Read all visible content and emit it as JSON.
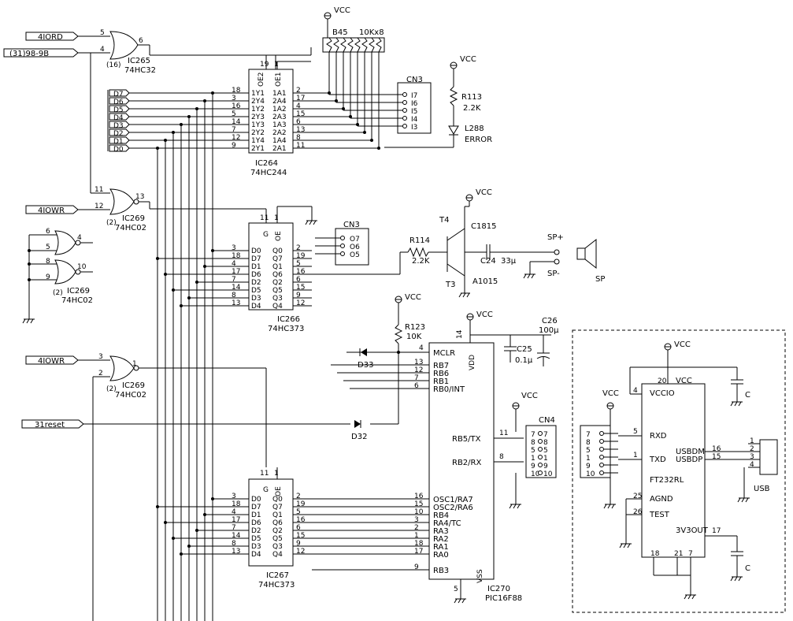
{
  "signals": {
    "in1": "4IORD",
    "in2": "(31)98-9B",
    "in3": "4IOWR",
    "in4": "4IOWR",
    "reset": "31reset"
  },
  "gates": [
    {
      "ref": "IC265",
      "part": "74HC32",
      "sub": "(16)",
      "pin_a": "5",
      "pin_b": "4",
      "pin_y": "6"
    },
    {
      "ref": "IC269",
      "part": "74HC02",
      "sub": "(2)",
      "pin_a": "11",
      "pin_b": "12",
      "pin_y": "13"
    },
    {
      "ref": "IC269",
      "part": "74HC02",
      "sub": "(2)",
      "pin_a": "6",
      "pin_b": "5",
      "pin_y": "4",
      "pin_a2": "8",
      "pin_b2": "9",
      "pin_y2": "10"
    },
    {
      "ref": "IC269",
      "part": "74HC02",
      "sub": "(2)",
      "pin_a": "3",
      "pin_b": "2",
      "pin_y": "1"
    }
  ],
  "databus": [
    "D7",
    "D6",
    "D5",
    "D4",
    "D3",
    "D2",
    "D1",
    "D0"
  ],
  "ic264": {
    "ref": "IC264",
    "part": "74HC244",
    "oe2": "OE2",
    "oe1": "OE1",
    "pin_oe2": "19",
    "pin_oe1": "1",
    "left_pins": [
      "18",
      "3",
      "16",
      "5",
      "14",
      "7",
      "12",
      "9"
    ],
    "left_labels": [
      "1Y1",
      "2Y4",
      "1Y2",
      "2Y3",
      "1Y3",
      "2Y2",
      "1Y4",
      "2Y1"
    ],
    "right_labels": [
      "1A1",
      "2A4",
      "1A2",
      "2A3",
      "1A3",
      "2A2",
      "1A4",
      "2A1"
    ],
    "right_pins": [
      "2",
      "17",
      "4",
      "15",
      "6",
      "13",
      "8",
      "11"
    ]
  },
  "ic266": {
    "ref": "IC266",
    "part": "74HC373",
    "g": "G",
    "oe": "OE",
    "pin_g": "11",
    "pin_oe": "1",
    "left_pins": [
      "3",
      "18",
      "4",
      "17",
      "7",
      "14",
      "8",
      "13"
    ],
    "left_labels": [
      "D0",
      "D7",
      "D1",
      "D6",
      "D2",
      "D5",
      "D3",
      "D4"
    ],
    "right_labels": [
      "Q0",
      "Q7",
      "Q1",
      "Q6",
      "Q2",
      "Q5",
      "Q3",
      "Q4"
    ],
    "right_pins": [
      "2",
      "19",
      "5",
      "16",
      "6",
      "15",
      "9",
      "12"
    ]
  },
  "ic267": {
    "ref": "IC267",
    "part": "74HC373",
    "g": "G",
    "oe": "OE",
    "pin_g": "11",
    "pin_oe": "1",
    "left_pins": [
      "3",
      "18",
      "4",
      "17",
      "7",
      "14",
      "8",
      "13"
    ],
    "left_labels": [
      "D0",
      "D7",
      "D1",
      "D6",
      "D2",
      "D5",
      "D3",
      "D4"
    ],
    "right_labels": [
      "Q0",
      "Q7",
      "Q1",
      "Q6",
      "Q2",
      "Q5",
      "Q3",
      "Q4"
    ],
    "right_pins": [
      "2",
      "19",
      "5",
      "16",
      "6",
      "15",
      "9",
      "12"
    ]
  },
  "pic": {
    "ref": "IC270",
    "part": "PIC16F88",
    "mclr": "MCLR",
    "vdd": "VDD",
    "vss": "VSS",
    "pin_vdd": "14",
    "pin_vss": "5",
    "pin_mclr": "4",
    "left_pins": [
      "13",
      "12",
      "7",
      "6"
    ],
    "left_labels": [
      "RB7",
      "RB6",
      "RB1",
      "RB0/INT"
    ],
    "low_pins": [
      "16",
      "15",
      "10",
      "3",
      "2",
      "1",
      "18",
      "17",
      "9"
    ],
    "low_labels": [
      "OSC1/RA7",
      "OSC2/RA6",
      "RB4",
      "RA4/TC",
      "RA3",
      "RA2",
      "RA1",
      "RA0",
      "RB3"
    ],
    "tx": "RB5/TX",
    "rx": "RB2/RX",
    "pin_tx": "11",
    "pin_rx": "8"
  },
  "resnet": {
    "ref": "B45",
    "value": "10Kx8"
  },
  "cn3a": {
    "ref": "CN3",
    "pins": [
      "I7",
      "I6",
      "I5",
      "I4",
      "I3"
    ]
  },
  "cn3b": {
    "ref": "CN3",
    "pins": [
      "O7",
      "O6",
      "O5"
    ]
  },
  "cn4": {
    "ref": "CN4",
    "left": [
      "7",
      "8",
      "5",
      "1",
      "9",
      "10"
    ],
    "right": [
      "7",
      "8",
      "5",
      "1",
      "9",
      "10"
    ]
  },
  "r113": {
    "ref": "R113",
    "value": "2.2K"
  },
  "led": {
    "ref": "L288",
    "value": "ERROR"
  },
  "r114": {
    "ref": "R114",
    "value": "2.2K"
  },
  "r123": {
    "ref": "R123",
    "value": "10K"
  },
  "t4": {
    "ref": "T4",
    "part": "C1815"
  },
  "t3": {
    "ref": "T3",
    "part": "A1015"
  },
  "c24": {
    "ref": "C24",
    "value": "33μ"
  },
  "c25": {
    "ref": "C25",
    "value": "0.1μ"
  },
  "c26": {
    "ref": "C26",
    "value": "100μ"
  },
  "d33": "D33",
  "d32": "D32",
  "speaker": {
    "plus": "SP+",
    "minus": "SP-",
    "label": "SP"
  },
  "vcc": "VCC",
  "ft232": {
    "ref": "FT232RL",
    "vccio": "VCCIO",
    "vcc": "VCC",
    "rxd": "RXD",
    "txd": "TXD",
    "usbdm": "USBDM",
    "usbdp": "USBDP",
    "agnd": "AGND",
    "test": "TEST",
    "v3": "3V3OUT",
    "pin_vccio": "4",
    "pin_vcc": "20",
    "pin_rxd": "5",
    "pin_txd": "1",
    "pin_dm": "16",
    "pin_dp": "15",
    "pin_agnd": "25",
    "pin_test": "26",
    "pin_3v3": "17",
    "pin_g1": "18",
    "pin_g2": "21",
    "pin_g3": "7"
  },
  "ftconn": {
    "pins": [
      "7",
      "8",
      "5",
      "1",
      "9",
      "10"
    ]
  },
  "usb": {
    "label": "USB",
    "pins": [
      "1",
      "2",
      "3",
      "4"
    ]
  },
  "cap_c": "C"
}
